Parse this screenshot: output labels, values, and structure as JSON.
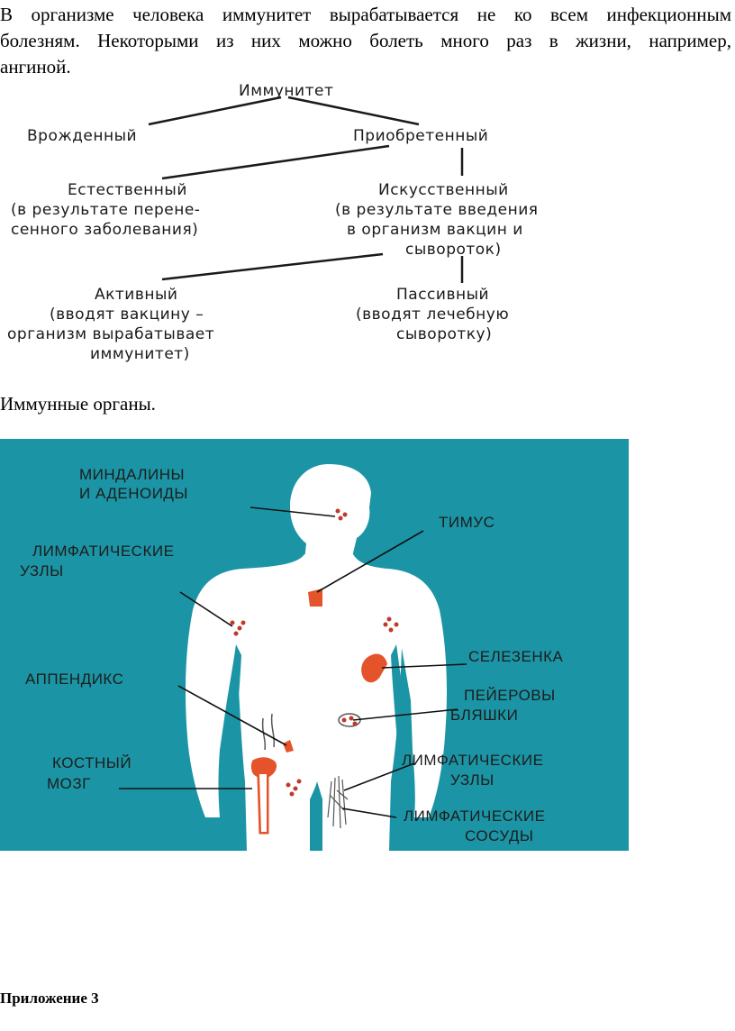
{
  "intro": {
    "line1": "В организме человека иммунитет вырабатывается не ко всем инфекционным",
    "line2": "болезням. Некоторыми из них можно болеть много раз в жизни, например,",
    "line3": "ангиной."
  },
  "tree": {
    "root": "Иммунитет",
    "innate": "Врожденный",
    "acquired": "Приобретенный",
    "natural": {
      "title": "Естественный",
      "line1": "(в результате перене-",
      "line2": "сенного заболевания)"
    },
    "artificial": {
      "title": "Искусственный",
      "line1": "(в результате введения",
      "line2": "в организм вакцин и",
      "line3": "сывороток)"
    },
    "active": {
      "title": "Активный",
      "line1": "(вводят вакцину –",
      "line2": "организм вырабатывает",
      "line3": "иммунитет)"
    },
    "passive": {
      "title": "Пассивный",
      "line1": "(вводят лечебную",
      "line2": "сыворотку)"
    }
  },
  "organs_heading": "Иммунные органы.",
  "organs": {
    "background": "#1b95a5",
    "body_color": "#ffffff",
    "organ_color": "#e4532a",
    "labels": {
      "tonsils1": "МИНДАЛИНЫ",
      "tonsils2": "И АДЕНОИДЫ",
      "thymus": "ТИМУС",
      "lymph_nodes_top1": "ЛИМФАТИЧЕСКИЕ",
      "lymph_nodes_top2": "УЗЛЫ",
      "spleen": "СЕЛЕЗЕНКА",
      "appendix": "АППЕНДИКС",
      "peyer1": "ПЕЙЕРОВЫ",
      "peyer2": "БЛЯШКИ",
      "marrow1": "КОСТНЫЙ",
      "marrow2": "МОЗГ",
      "lymph_nodes_bottom1": "ЛИМФАТИЧЕСКИЕ",
      "lymph_nodes_bottom2": "УЗЛЫ",
      "lymph_vessels1": "ЛИМФАТИЧЕСКИЕ",
      "lymph_vessels2": "СОСУДЫ"
    }
  },
  "appendix_label": "Приложение 3"
}
